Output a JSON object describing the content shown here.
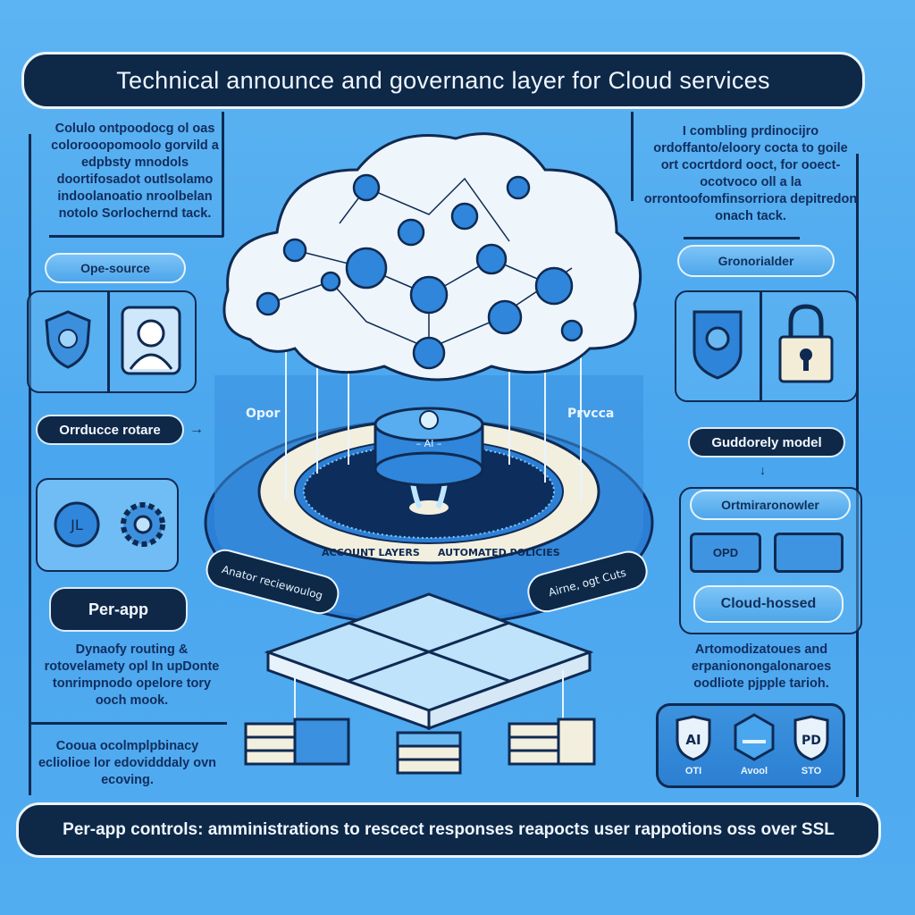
{
  "title": "Technical announce and governanc layer for Cloud services",
  "left": {
    "intro_text": "Colulo ontpoodocg ol oas colorooopomoolo gorvild a edpbsty mnodols doortifosadot outlsolamo indoolanoatio nroolbelan notolo Sorlochernd tack.",
    "pill_open_source": "Ope-source",
    "pill_orrducce": "Orrducce rotare",
    "pill_per_app": "Per-app",
    "routing_text": "Dynaofy routing & rotovelamety opl In upDonte tonrimpnodo opelore tory ooch mook.",
    "bottom_text": "Cooua ocolmplpbinacy ecliolioe lor edovidddaly ovn ecoving."
  },
  "right": {
    "intro_text": "I combling prdinocijro ordoffanto/eloory cocta to goile ort cocrtdord ooct, for ooect-ocotvoco oll a la orrontoofomfinsorriora depitredon onach tack.",
    "pill_gronorialder": "Gronorialder",
    "pill_guddorely": "Guddorely model",
    "pill_ortmira": "Ortmiraronowler",
    "box_left_label": "OPD",
    "pill_cloud_hosted": "Cloud-hossed",
    "automation_text": "Artomodizatoues and erpanionongalonaroes oodliote pjpple tarioh.",
    "badges": [
      {
        "glyph": "AI",
        "caption": "OTI"
      },
      {
        "glyph": "",
        "caption": "Avool"
      },
      {
        "glyph": "PD",
        "caption": "STO"
      }
    ]
  },
  "center": {
    "label_open": "Opor",
    "label_private": "Prvcca",
    "ring_text_left": "ACCOUNT LAYERS",
    "ring_text_right": "AUTOMATED POLICIES",
    "tag_left": "Anator reciewoulog",
    "tag_right": "Airne, ogt Cuts",
    "hub_label": "– AI –"
  },
  "footer": "Per-app controls: amministrations to rescect responses reapocts user rappotions oss over SSL",
  "colors": {
    "background": "#4aa6ee",
    "navy": "#0e2847",
    "cloud": "#eef5fb"
  }
}
